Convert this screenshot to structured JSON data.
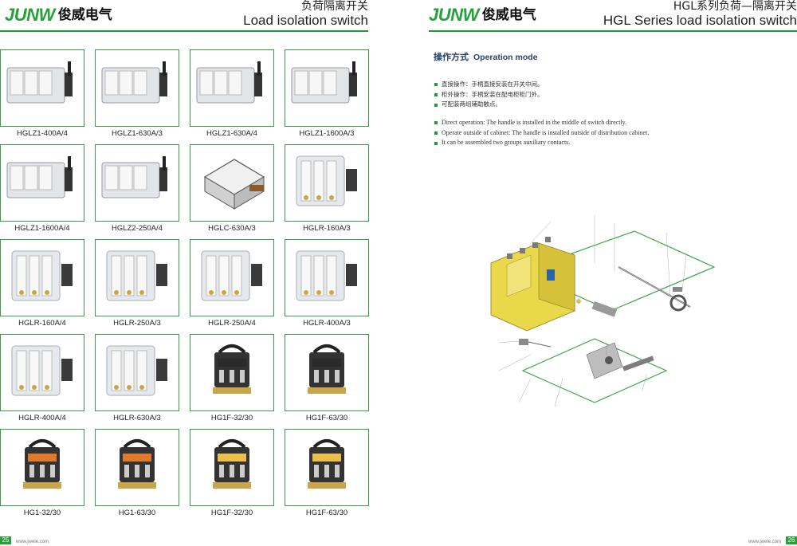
{
  "left_page": {
    "logo_mark": "JUNW",
    "logo_cn": "俊威电气",
    "title_cn": "负荷隔离开关",
    "title_en": "Load isolation switch",
    "products": [
      {
        "label": "HGLZ1-400A/4"
      },
      {
        "label": "HGLZ1-630A/3"
      },
      {
        "label": "HGLZ1-630A/4"
      },
      {
        "label": "HGLZ1-1600A/3"
      },
      {
        "label": "HGLZ1-1600A/4"
      },
      {
        "label": "HGLZ2-250A/4"
      },
      {
        "label": "HGLC-630A/3"
      },
      {
        "label": "HGLR-160A/3"
      },
      {
        "label": "HGLR-160A/4"
      },
      {
        "label": "HGLR-250A/3"
      },
      {
        "label": "HGLR-250A/4"
      },
      {
        "label": "HGLR-400A/3"
      },
      {
        "label": "HGLR-400A/4"
      },
      {
        "label": "HGLR-630A/3"
      },
      {
        "label": "HG1F-32/30"
      },
      {
        "label": "HG1F-63/30"
      },
      {
        "label": "HG1-32/30"
      },
      {
        "label": "HG1-63/30"
      },
      {
        "label": "HG1F-32/30"
      },
      {
        "label": "HG1F-63/30"
      }
    ],
    "page_number": "25",
    "url": "www.jwele.com"
  },
  "right_page": {
    "logo_mark": "JUNW",
    "logo_cn": "俊威电气",
    "title_cn": "HGL系列负荷—隔离开关",
    "title_en": "HGL Series load isolation switch",
    "section_cn": "操作方式",
    "section_en": "Operation mode",
    "bullets_cn": [
      "直接操作：手柄直接安装在开关中间。",
      "柜外操作：手柄安装在配电柜柜门外。",
      "可配装两组辅助触点。"
    ],
    "bullets_en": [
      "Direct operation: The handle is installed in the middle of switch directly.",
      "Operate outside of cabinet: The handle is installed outside of distribution cabinet.",
      "It can be assembled two groups auxiliary contacts."
    ],
    "page_number": "26",
    "url": "www.jwele.com"
  },
  "colors": {
    "brand_green": "#1f9a3a",
    "heading_blue": "#25436b",
    "switch_yellow": "#e9d84a"
  }
}
